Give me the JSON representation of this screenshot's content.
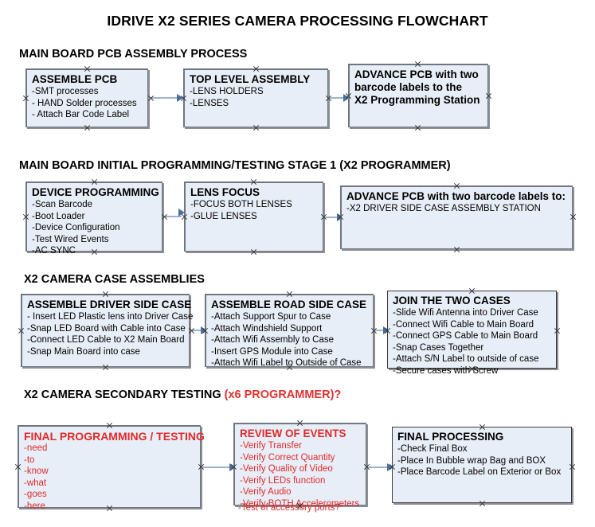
{
  "document": {
    "title": "IDRIVE X2  SERIES CAMERA PROCESSING FLOWCHART"
  },
  "sections": [
    {
      "id": "main-board-pcb-assembly",
      "heading": "MAIN BOARD PCB ASSEMBLY PROCESS",
      "heading_accent": "",
      "boxes": [
        {
          "id": "assemble-pcb",
          "title": "ASSEMBLE PCB",
          "lines": [
            "-SMT processes",
            "- HAND Solder processes",
            "- Attach Bar Code Label"
          ]
        },
        {
          "id": "top-level-assembly",
          "title": "TOP LEVEL ASSEMBLY",
          "lines": [
            "-LENS HOLDERS",
            "-LENSES"
          ]
        },
        {
          "id": "advance-pcb-programming-station",
          "title": "ADVANCE PCB with two",
          "lines": [
            "barcode labels to the",
            " X2 Programming Station"
          ]
        }
      ]
    },
    {
      "id": "main-board-initial-programming",
      "heading": "MAIN BOARD INITIAL PROGRAMMING/TESTING STAGE 1 (X2 PROGRAMMER)",
      "heading_accent": "",
      "boxes": [
        {
          "id": "device-programming",
          "title": "DEVICE PROGRAMMING",
          "lines": [
            "-Scan Barcode",
            "-Boot Loader",
            "-Device Configuration",
            "-Test Wired Events",
            "-AC SYNC"
          ]
        },
        {
          "id": "lens-focus",
          "title": "LENS FOCUS",
          "lines": [
            "-FOCUS BOTH LENSES",
            "-GLUE LENSES"
          ]
        },
        {
          "id": "advance-pcb-driver-side-case",
          "title": "ADVANCE PCB with two barcode labels to:",
          "lines": [
            "-X2 DRIVER  SIDE  CASE  ASSEMBLY STATION"
          ]
        }
      ]
    },
    {
      "id": "x2-camera-case-assemblies",
      "heading": "X2 CAMERA CASE ASSEMBLIES",
      "heading_accent": "",
      "boxes": [
        {
          "id": "assemble-driver-side-case",
          "title": "ASSEMBLE DRIVER SIDE CASE",
          "lines": [
            "- Insert LED Plastic lens into Driver Case",
            "-Snap LED Board with Cable into Case",
            "-Connect LED Cable to X2 Main Board",
            "-Snap Main Board into case"
          ]
        },
        {
          "id": "assemble-road-side-case",
          "title": "ASSEMBLE ROAD SIDE CASE",
          "lines": [
            "-Attach Support Spur to Case",
            "-Attach Windshield Support",
            "-Attach Wifi Assembly to Case",
            "-Insert GPS Module into Case",
            "-Attach Wifi Label to Outside of Case"
          ]
        },
        {
          "id": "join-the-two-cases",
          "title": "JOIN THE TWO CASES",
          "lines": [
            "-Slide Wifi Antenna into Driver Case",
            "-Connect Wifi Cable to Main Board",
            "-Connect GPS Cable to Main Board",
            "-Snap Cases Together",
            "-Attach S/N Label to outside of case",
            "-Secure cases with Screw"
          ]
        }
      ]
    },
    {
      "id": "x2-camera-secondary-testing",
      "heading": "X2 CAMERA SECONDARY TESTING ",
      "heading_accent": "(x6 PROGRAMMER)?",
      "boxes": [
        {
          "id": "final-programming-testing",
          "title": "FINAL PROGRAMMING / TESTING",
          "lines": [
            "-need",
            "-to",
            "-know",
            "-what",
            "-goes",
            "-here"
          ]
        },
        {
          "id": "review-of-events",
          "title": "REVIEW OF EVENTS",
          "lines": [
            "-Verify Transfer",
            "-Verify Correct Quantity",
            "-Verify Quality of Video",
            "-Verify LEDs function",
            "-Verify Audio",
            "-Verify BOTH Accelerometers"
          ],
          "overflow_line": "-Test of accessory ports?"
        },
        {
          "id": "final-processing",
          "title": "FINAL PROCESSING",
          "lines": [
            " -Check Final Box",
            "-Place In Bubble wrap Bag and BOX",
            "-Place Barcode Label on Exterior or Box"
          ]
        }
      ]
    }
  ],
  "colors": {
    "box_fill": "#e8eef7",
    "box_border": "#3a3a3a",
    "connector_line": "#9fb4cc",
    "arrowhead": "#4a6f9e",
    "accent_red": "#e02a2a",
    "text": "#000000"
  }
}
